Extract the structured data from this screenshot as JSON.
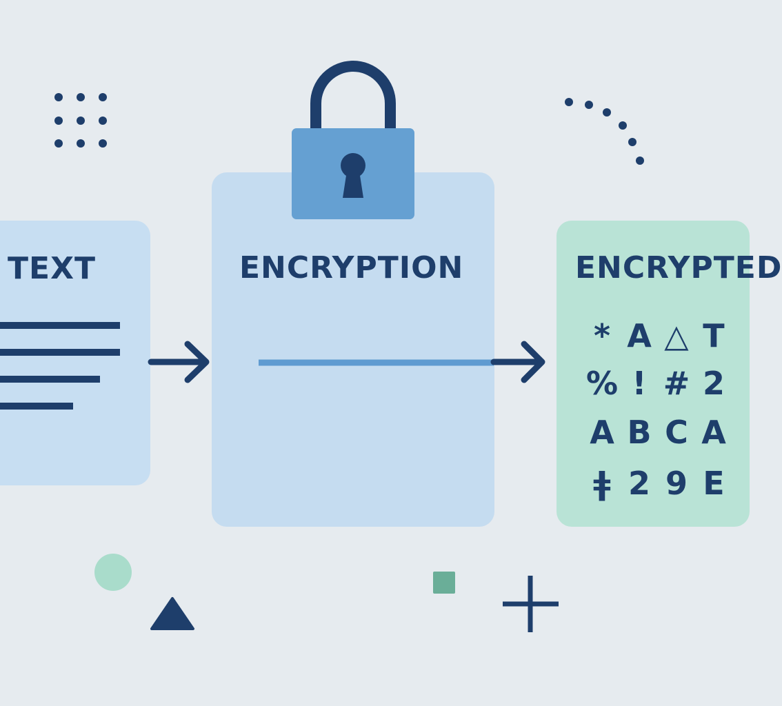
{
  "stages": {
    "plaintext_label": "TEXT",
    "encryption_label": "ENCRYPTION",
    "output_label": "ENCRYPTED"
  },
  "cipher_rows": [
    [
      "*",
      "A",
      "△",
      "T"
    ],
    [
      "%",
      "!",
      "#",
      "2"
    ],
    [
      "A",
      "B",
      "C",
      "A"
    ],
    [
      "ǂ",
      "2",
      "9",
      "E"
    ]
  ],
  "icons": {
    "lock": "padlock-icon",
    "arrow_in": "arrow-right-icon",
    "arrow_out": "arrow-right-icon",
    "dots_grid": "dot-grid-decoration",
    "dots_arc": "dot-arc-decoration",
    "circle": "circle-decoration",
    "triangle": "triangle-decoration",
    "square": "square-decoration",
    "plus": "plus-decoration"
  },
  "colors": {
    "background": "#e6ebef",
    "navy": "#1e3e6b",
    "card_blue": "#c7def2",
    "card_green": "#b9e3d6",
    "lock_body": "#65a0d2",
    "bar_blue": "#5f9bd1",
    "mint": "#a9dccb",
    "teal": "#6aae98"
  }
}
